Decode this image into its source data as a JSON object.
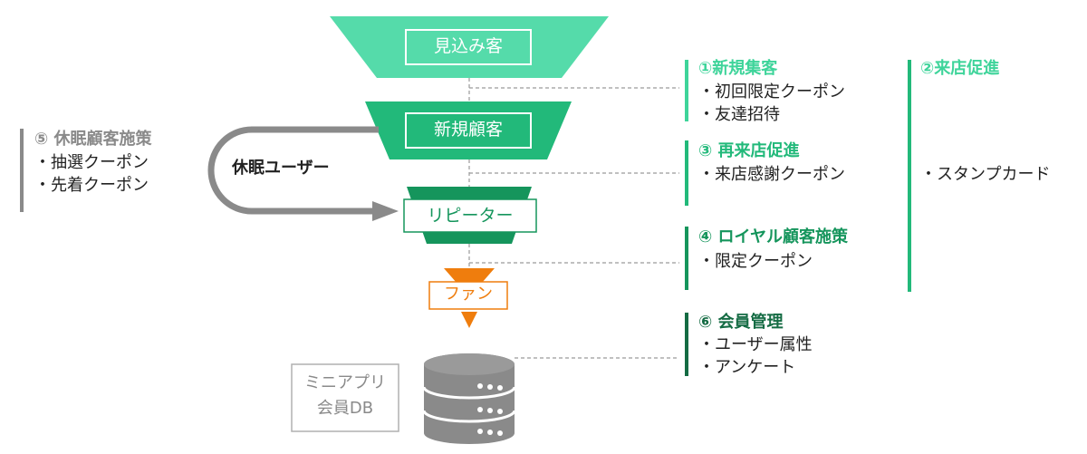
{
  "colors": {
    "funnel_top": "#55DBAA",
    "funnel_mid": "#22B97A",
    "funnel_bottom": "#15955C",
    "fan": "#EF7D0D",
    "section_bright": "#3ED49A",
    "section_mid": "#22B97A",
    "section_dark": "#15955C",
    "section_darkest": "#146B43",
    "gray": "#8A8A8A",
    "connector": "#9A9A9A"
  },
  "funnel": {
    "prospects": "見込み客",
    "new_customers": "新規顧客",
    "repeaters": "リピーター",
    "fans": "ファン"
  },
  "dormant_arrow_label": "休眠ユーザー",
  "db": {
    "label_line1": "ミニアプリ",
    "label_line2": "会員DB",
    "icon": "database-icon"
  },
  "sections": {
    "s1": {
      "title": "①新規集客",
      "items": [
        "・初回限定クーポン",
        "・友達招待"
      ]
    },
    "s2": {
      "title": "②来店促進",
      "items": [
        "・スタンプカード"
      ]
    },
    "s3": {
      "title": "③ 再来店促進",
      "items": [
        "・来店感謝クーポン"
      ]
    },
    "s4": {
      "title": "④ ロイヤル顧客施策",
      "items": [
        "・限定クーポン"
      ]
    },
    "s5": {
      "title": "⑤ 休眠顧客施策",
      "items": [
        "・抽選クーポン",
        "・先着クーポン"
      ]
    },
    "s6": {
      "title": "⑥ 会員管理",
      "items": [
        "・ユーザー属性",
        "・アンケート"
      ]
    }
  }
}
